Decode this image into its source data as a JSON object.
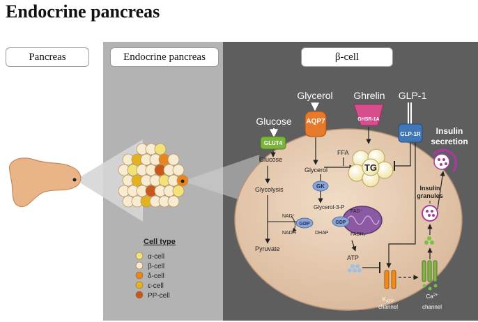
{
  "title": "Endocrine pancreas",
  "headers": {
    "pancreas": "Pancreas",
    "endocrine": "Endocrine pancreas",
    "beta": "β-cell"
  },
  "inputs": {
    "glycerol": "Glycerol",
    "ghrelin": "Ghrelin",
    "glp1": "GLP-1",
    "glucose": "Glucose"
  },
  "proteins": {
    "aqp7": "AQP7",
    "ghsr": "GHSR-1A",
    "glp1r": "GLP-1R",
    "glut4": "GLUT4",
    "gk": "GK",
    "gdp1": "GDP",
    "gdp2": "GDP"
  },
  "metabolites": {
    "glucose_in": "Glucose",
    "glycolysis": "Glycolysis",
    "pyruvate": "Pyruvate",
    "glycerol_in": "Glycerol",
    "ffa": "FFA",
    "tg": "TG",
    "nad": "NAD⁺",
    "nadh": "NADH",
    "dhap": "DHAP",
    "glycerol3p": "Glycerol-3-P",
    "fad": "FAD⁺",
    "fadh2": "FADH₂",
    "atp": "ATP"
  },
  "secretion": {
    "line1": "Insulin",
    "line2": "secretion"
  },
  "granules": {
    "line1": "Insulin",
    "line2": "granules"
  },
  "channels": {
    "katp_k": "K",
    "katp_sub": "ATP",
    "katp_word": "channel",
    "ca": "Ca",
    "ca_sup": "2+",
    "ca_word": "channel"
  },
  "legend": {
    "title": "Cell type",
    "items": [
      {
        "label": "α-cell",
        "color": "#f3e27a"
      },
      {
        "label": "β-cell",
        "color": "#f7ecd2"
      },
      {
        "label": "δ-cell",
        "color": "#e8861d"
      },
      {
        "label": "ε-cell",
        "color": "#e5b21f"
      },
      {
        "label": "PP-cell",
        "color": "#c9561a"
      }
    ]
  },
  "colors": {
    "cell": "#e8cdb3",
    "aqp7": "#e77a2a",
    "ghsr": "#d84d8c",
    "glp1r": "#3f77b7",
    "glut4": "#7bb33d",
    "gk": "#8aa5d6",
    "mito": "#8c5aa2",
    "granule": "#a03f98",
    "channel": "#f08a1a",
    "ca_channel": "#82b34b",
    "tg": "#fbf6c8"
  }
}
